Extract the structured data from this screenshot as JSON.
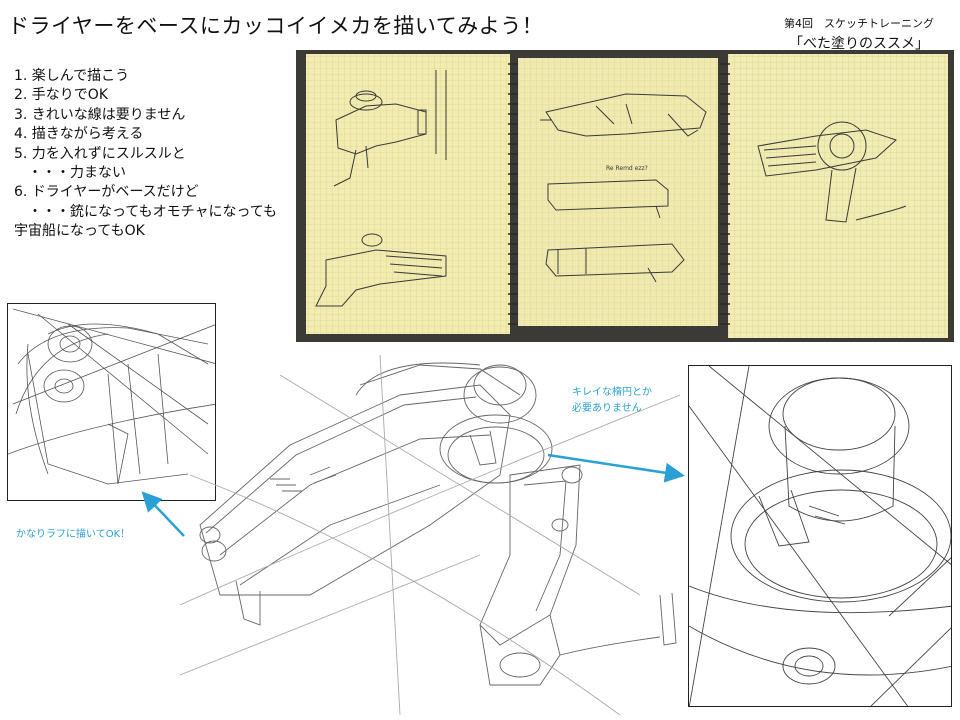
{
  "header": {
    "title": "ドライヤーをベースにカッコイイメカを描いてみよう！",
    "series_line1": "第4回　スケッチトレーニング",
    "series_line2": "「べた塗りのススメ」"
  },
  "tips": [
    "1. 楽しんで描こう",
    "2. 手なりでOK",
    "3. きれいな線は要りません",
    "4. 描きながら考える",
    "5. 力を入れずにスルスルと",
    "　・・・力まない",
    "6. ドライヤーがベースだけど",
    "　・・・銃になってもオモチャになっても",
    "宇宙船になってもOK"
  ],
  "annotations": {
    "rough_ok": "かなりラフに描いてOK！",
    "ellipse_line1": "キレイな楕円とか",
    "ellipse_line2": "必要ありません"
  },
  "notebook": {
    "handwritten_note": "Re Remd ezz?"
  },
  "colors": {
    "annotation": "#2aa0d4",
    "paper": "#f2ecb0",
    "grid": "#d8cf8a",
    "pencil": "#555555"
  }
}
